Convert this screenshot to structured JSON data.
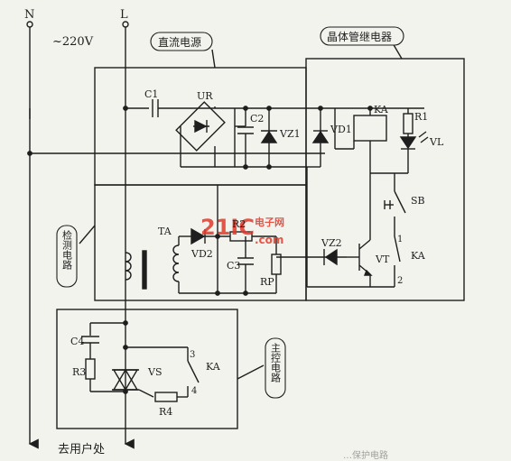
{
  "labels": {
    "n": "N",
    "l": "L",
    "voltage": "~220V",
    "dc_power": "直流电源",
    "ssr": "晶体管继电器",
    "detect": "检测电路",
    "main_ctrl": "主控电路",
    "to_user": "去用户处",
    "caption_fragment": "…保护电路"
  },
  "components": {
    "c1": "C1",
    "ur": "UR",
    "c2": "C2",
    "vz1": "VZ1",
    "vd1": "VD1",
    "ka_coil": "KA",
    "r1": "R1",
    "vl": "VL",
    "sb": "SB",
    "ta": "TA",
    "vd2": "VD2",
    "r2": "R2",
    "c3": "C3",
    "rp": "RP",
    "vz2": "VZ2",
    "vt": "VT",
    "ka_contact": "KA",
    "pin1": "1",
    "pin2": "2",
    "c4": "C4",
    "r3": "R3",
    "vs": "VS",
    "r4": "R4",
    "pin3": "3",
    "pin4": "4",
    "ka_main": "KA"
  },
  "watermark": {
    "brand": "21IC",
    "cn": "电子网",
    "domain": ".com",
    "color": "#e03a2a"
  }
}
